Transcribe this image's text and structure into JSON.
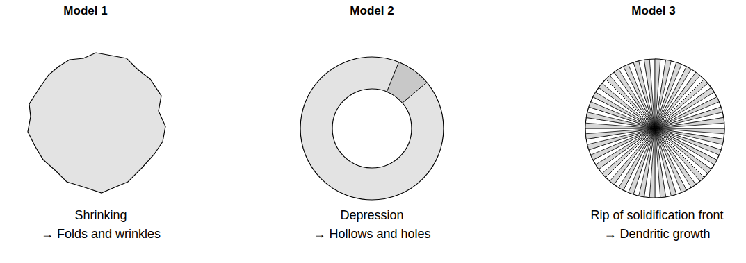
{
  "diagram": {
    "labels": [
      "Model 1",
      "Model 2",
      "Model 3",
      "Shrinking",
      "→ Folds and wrinkles",
      "Depression",
      "→ Hollows and holes",
      "Rip of solidification front",
      "→ Dendritic growth"
    ]
  }
}
